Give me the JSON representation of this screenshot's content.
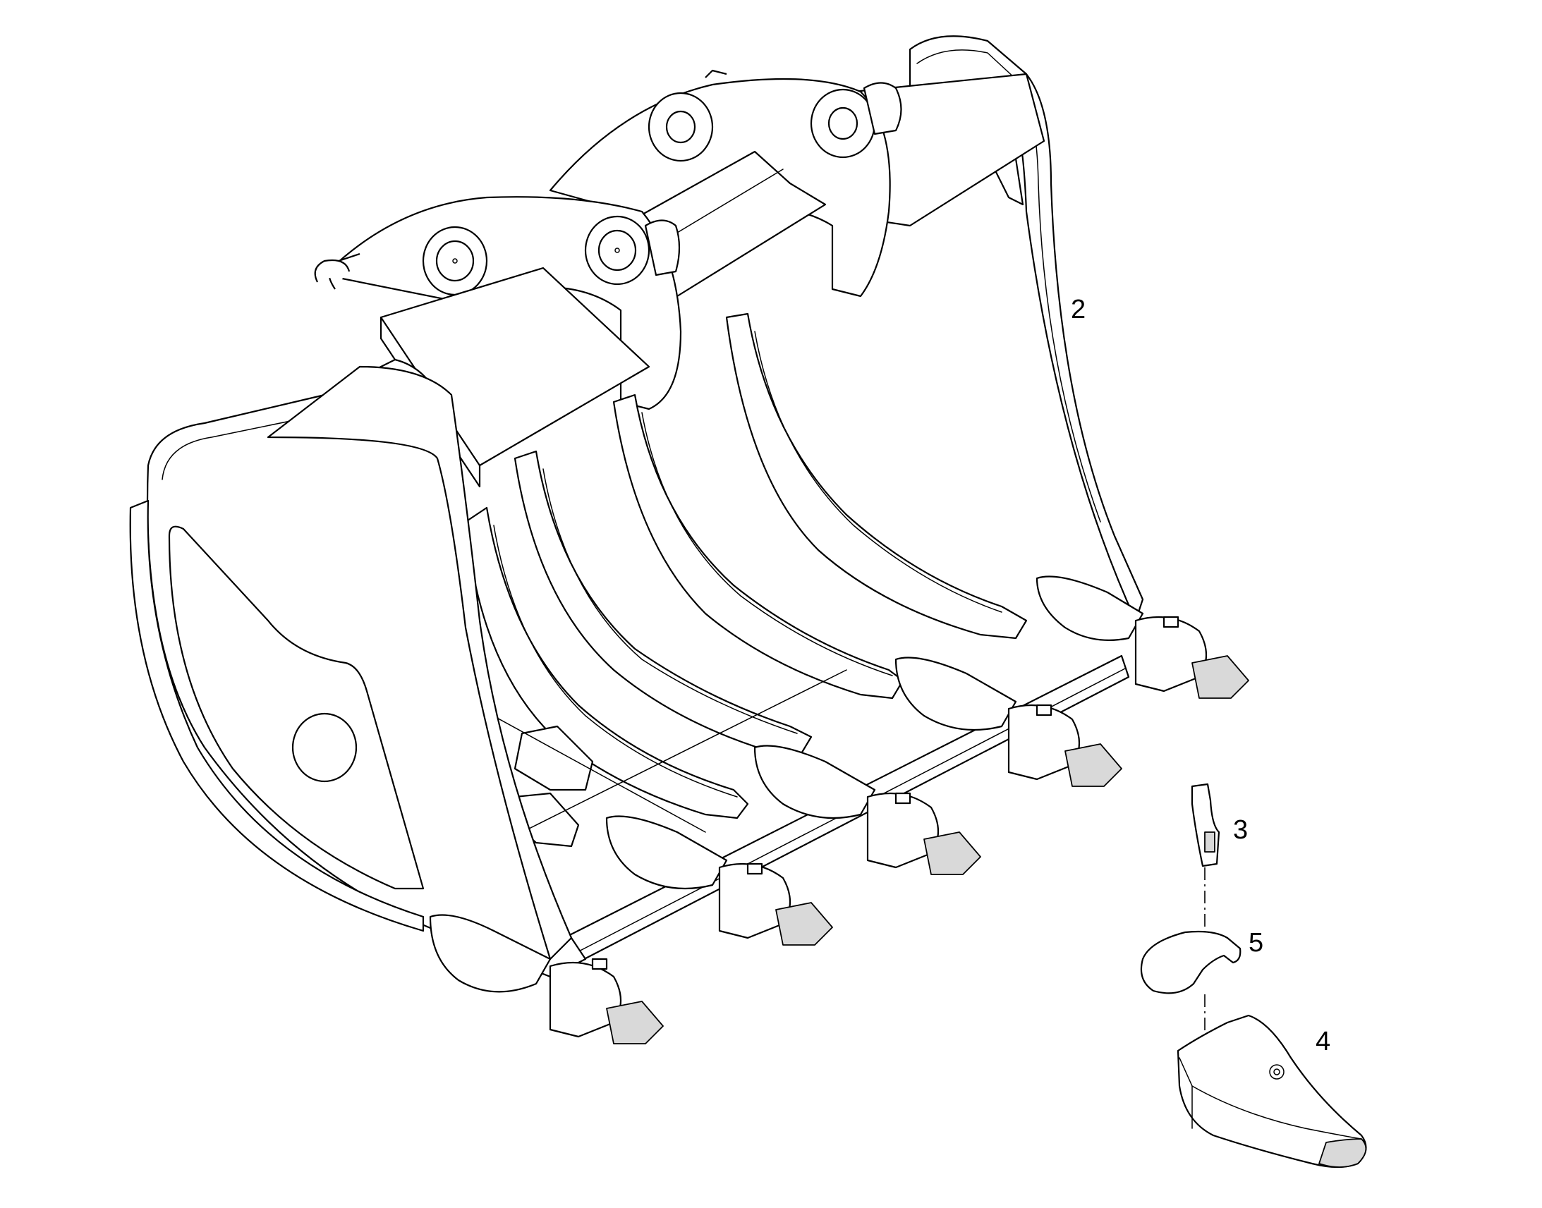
{
  "diagram": {
    "callouts": [
      {
        "id": "2",
        "label": "2"
      },
      {
        "id": "3",
        "label": "3"
      },
      {
        "id": "4",
        "label": "4"
      },
      {
        "id": "5",
        "label": "5"
      }
    ],
    "colors": {
      "line": "#000000",
      "background": "#ffffff",
      "tooth_tip": "#d9d9d9"
    }
  }
}
